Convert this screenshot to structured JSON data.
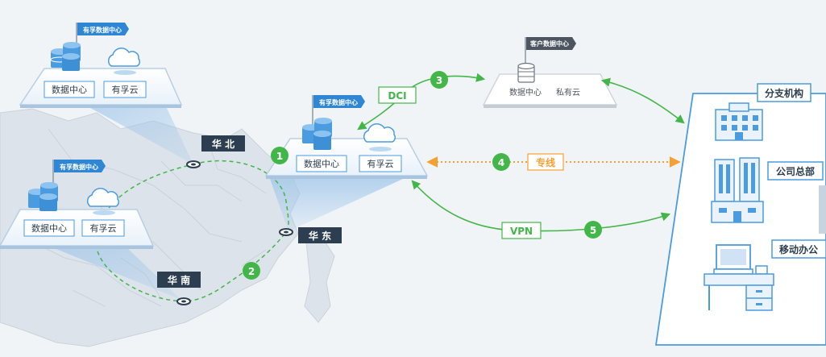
{
  "platform_north": {
    "flag": "有孚数据中心",
    "dc_label": "数据中心",
    "cloud_label": "有孚云"
  },
  "platform_south": {
    "flag": "有孚数据中心",
    "dc_label": "数据中心",
    "cloud_label": "有孚云"
  },
  "platform_east": {
    "flag": "有孚数据中心",
    "dc_label": "数据中心",
    "cloud_label": "有孚云"
  },
  "customer": {
    "flag": "客户数据中心",
    "dc_label": "数据中心",
    "private_cloud_label": "私有云"
  },
  "regions": {
    "north": "华 北",
    "east": "华 东",
    "south": "华 南"
  },
  "links": {
    "dci": "DCI",
    "dedicated": "专线",
    "vpn": "VPN"
  },
  "steps": [
    "1",
    "2",
    "3",
    "4",
    "5"
  ],
  "enterprise": {
    "branch": "分支机构",
    "hq": "公司总部",
    "mobile": "移动办公"
  },
  "colors": {
    "green": "#43b649",
    "orange": "#f5a033",
    "blue": "#2e86d4",
    "navy": "#2d3e50"
  }
}
